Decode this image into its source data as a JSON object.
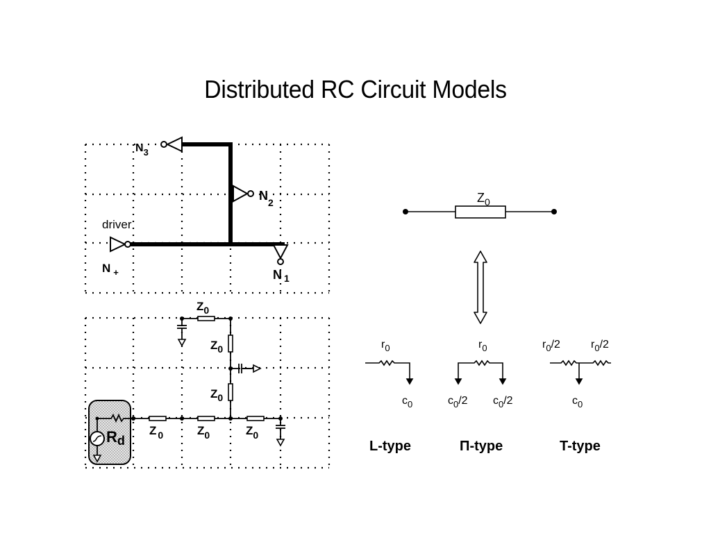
{
  "slide": {
    "title": "Distributed RC Circuit Models"
  },
  "routing_diagram": {
    "driver_label": "driver",
    "source_node": {
      "base": "N",
      "sub": "+"
    },
    "sinks": [
      {
        "base": "N",
        "sub": "1"
      },
      {
        "base": "N",
        "sub": "2"
      },
      {
        "base": "N",
        "sub": "3"
      }
    ]
  },
  "rc_network": {
    "segment_label": {
      "base": "Z",
      "sub": "0"
    },
    "driver_resistance": {
      "base": "R",
      "sub": "d"
    },
    "segment_count": 6
  },
  "segment_model": {
    "element_label": {
      "base": "Z",
      "sub": "0"
    },
    "arrow": "double-vertical-arrow"
  },
  "equivalent_models": [
    {
      "name": "L-type",
      "resistors": [
        {
          "base": "r",
          "sub": "0",
          "suffix": ""
        }
      ],
      "capacitors": [
        {
          "base": "c",
          "sub": "0",
          "suffix": ""
        }
      ]
    },
    {
      "name": "Π-type",
      "resistors": [
        {
          "base": "r",
          "sub": "0",
          "suffix": ""
        }
      ],
      "capacitors": [
        {
          "base": "c",
          "sub": "0",
          "suffix": "/2"
        },
        {
          "base": "c",
          "sub": "0",
          "suffix": "/2"
        }
      ]
    },
    {
      "name": "T-type",
      "resistors": [
        {
          "base": "r",
          "sub": "0",
          "suffix": "/2"
        },
        {
          "base": "r",
          "sub": "0",
          "suffix": "/2"
        }
      ],
      "capacitors": [
        {
          "base": "c",
          "sub": "0",
          "suffix": ""
        }
      ]
    }
  ]
}
